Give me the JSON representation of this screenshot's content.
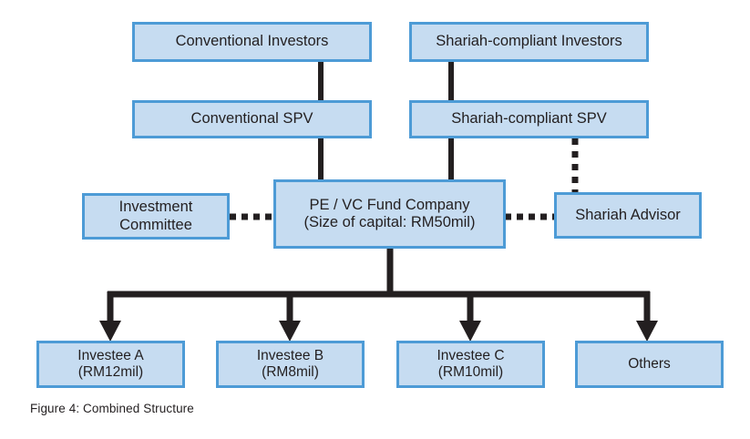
{
  "figure": {
    "caption": "Figure 4: Combined Structure",
    "colors": {
      "box_fill": "#c6dcf1",
      "box_border": "#4d9bd6",
      "connector": "#231f20",
      "text": "#231f20",
      "background": "#ffffff"
    }
  },
  "nodes": {
    "conventional_investors": {
      "label": "Conventional Investors"
    },
    "shariah_investors": {
      "label": "Shariah-compliant Investors"
    },
    "conventional_spv": {
      "label": "Conventional SPV"
    },
    "shariah_spv": {
      "label": "Shariah-compliant SPV"
    },
    "fund_company": {
      "label": "PE / VC Fund Company\n(Size of capital: RM50mil)"
    },
    "investment_committee": {
      "label": "Investment\nCommittee"
    },
    "shariah_advisor": {
      "label": "Shariah Advisor"
    }
  },
  "investees": [
    {
      "name": "Investee A",
      "amount": "(RM12mil)",
      "label": "Investee A\n(RM12mil)"
    },
    {
      "name": "Investee B",
      "amount": "(RM8mil)",
      "label": "Investee B\n(RM8mil)"
    },
    {
      "name": "Investee C",
      "amount": "(RM10mil)",
      "label": "Investee C\n(RM10mil)"
    },
    {
      "name": "Others",
      "amount": "",
      "label": "Others"
    }
  ],
  "connectors": [
    {
      "name": "conventional-investors-to-conventional-spv",
      "style": "solid",
      "from": "conventional_investors",
      "to": "conventional_spv"
    },
    {
      "name": "shariah-investors-to-shariah-spv",
      "style": "solid",
      "from": "shariah_investors",
      "to": "shariah_spv"
    },
    {
      "name": "conventional-spv-to-fund-company",
      "style": "solid",
      "from": "conventional_spv",
      "to": "fund_company"
    },
    {
      "name": "shariah-spv-to-fund-company",
      "style": "solid",
      "from": "shariah_spv",
      "to": "fund_company"
    },
    {
      "name": "shariah-spv-to-shariah-advisor",
      "style": "dotted",
      "from": "shariah_spv",
      "to": "shariah_advisor"
    },
    {
      "name": "investment-committee-to-fund-company",
      "style": "dotted",
      "from": "investment_committee",
      "to": "fund_company"
    },
    {
      "name": "fund-company-to-shariah-advisor",
      "style": "dotted",
      "from": "fund_company",
      "to": "shariah_advisor"
    },
    {
      "name": "fund-company-to-investees-bus",
      "style": "solid-arrow",
      "from": "fund_company",
      "to": "investees"
    }
  ]
}
